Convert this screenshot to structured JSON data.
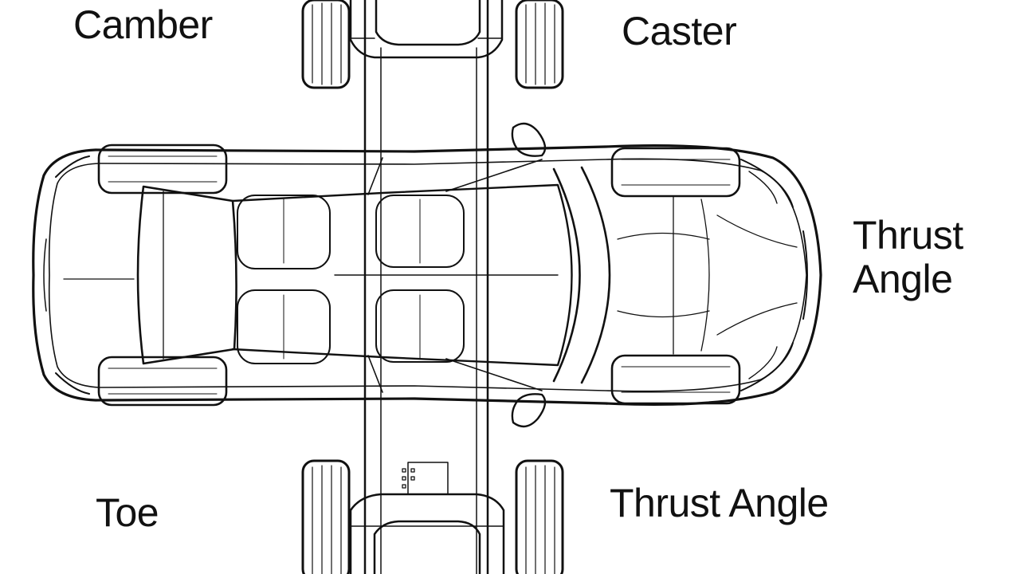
{
  "labels": {
    "camber": "Camber",
    "caster": "Caster",
    "thrust_angle_right_line1": "Thrust",
    "thrust_angle_right_line2": "Angle",
    "toe": "Toe",
    "thrust_angle_bottom": "Thrust Angle"
  },
  "colors": {
    "line": "#111111",
    "background": "#ffffff"
  }
}
